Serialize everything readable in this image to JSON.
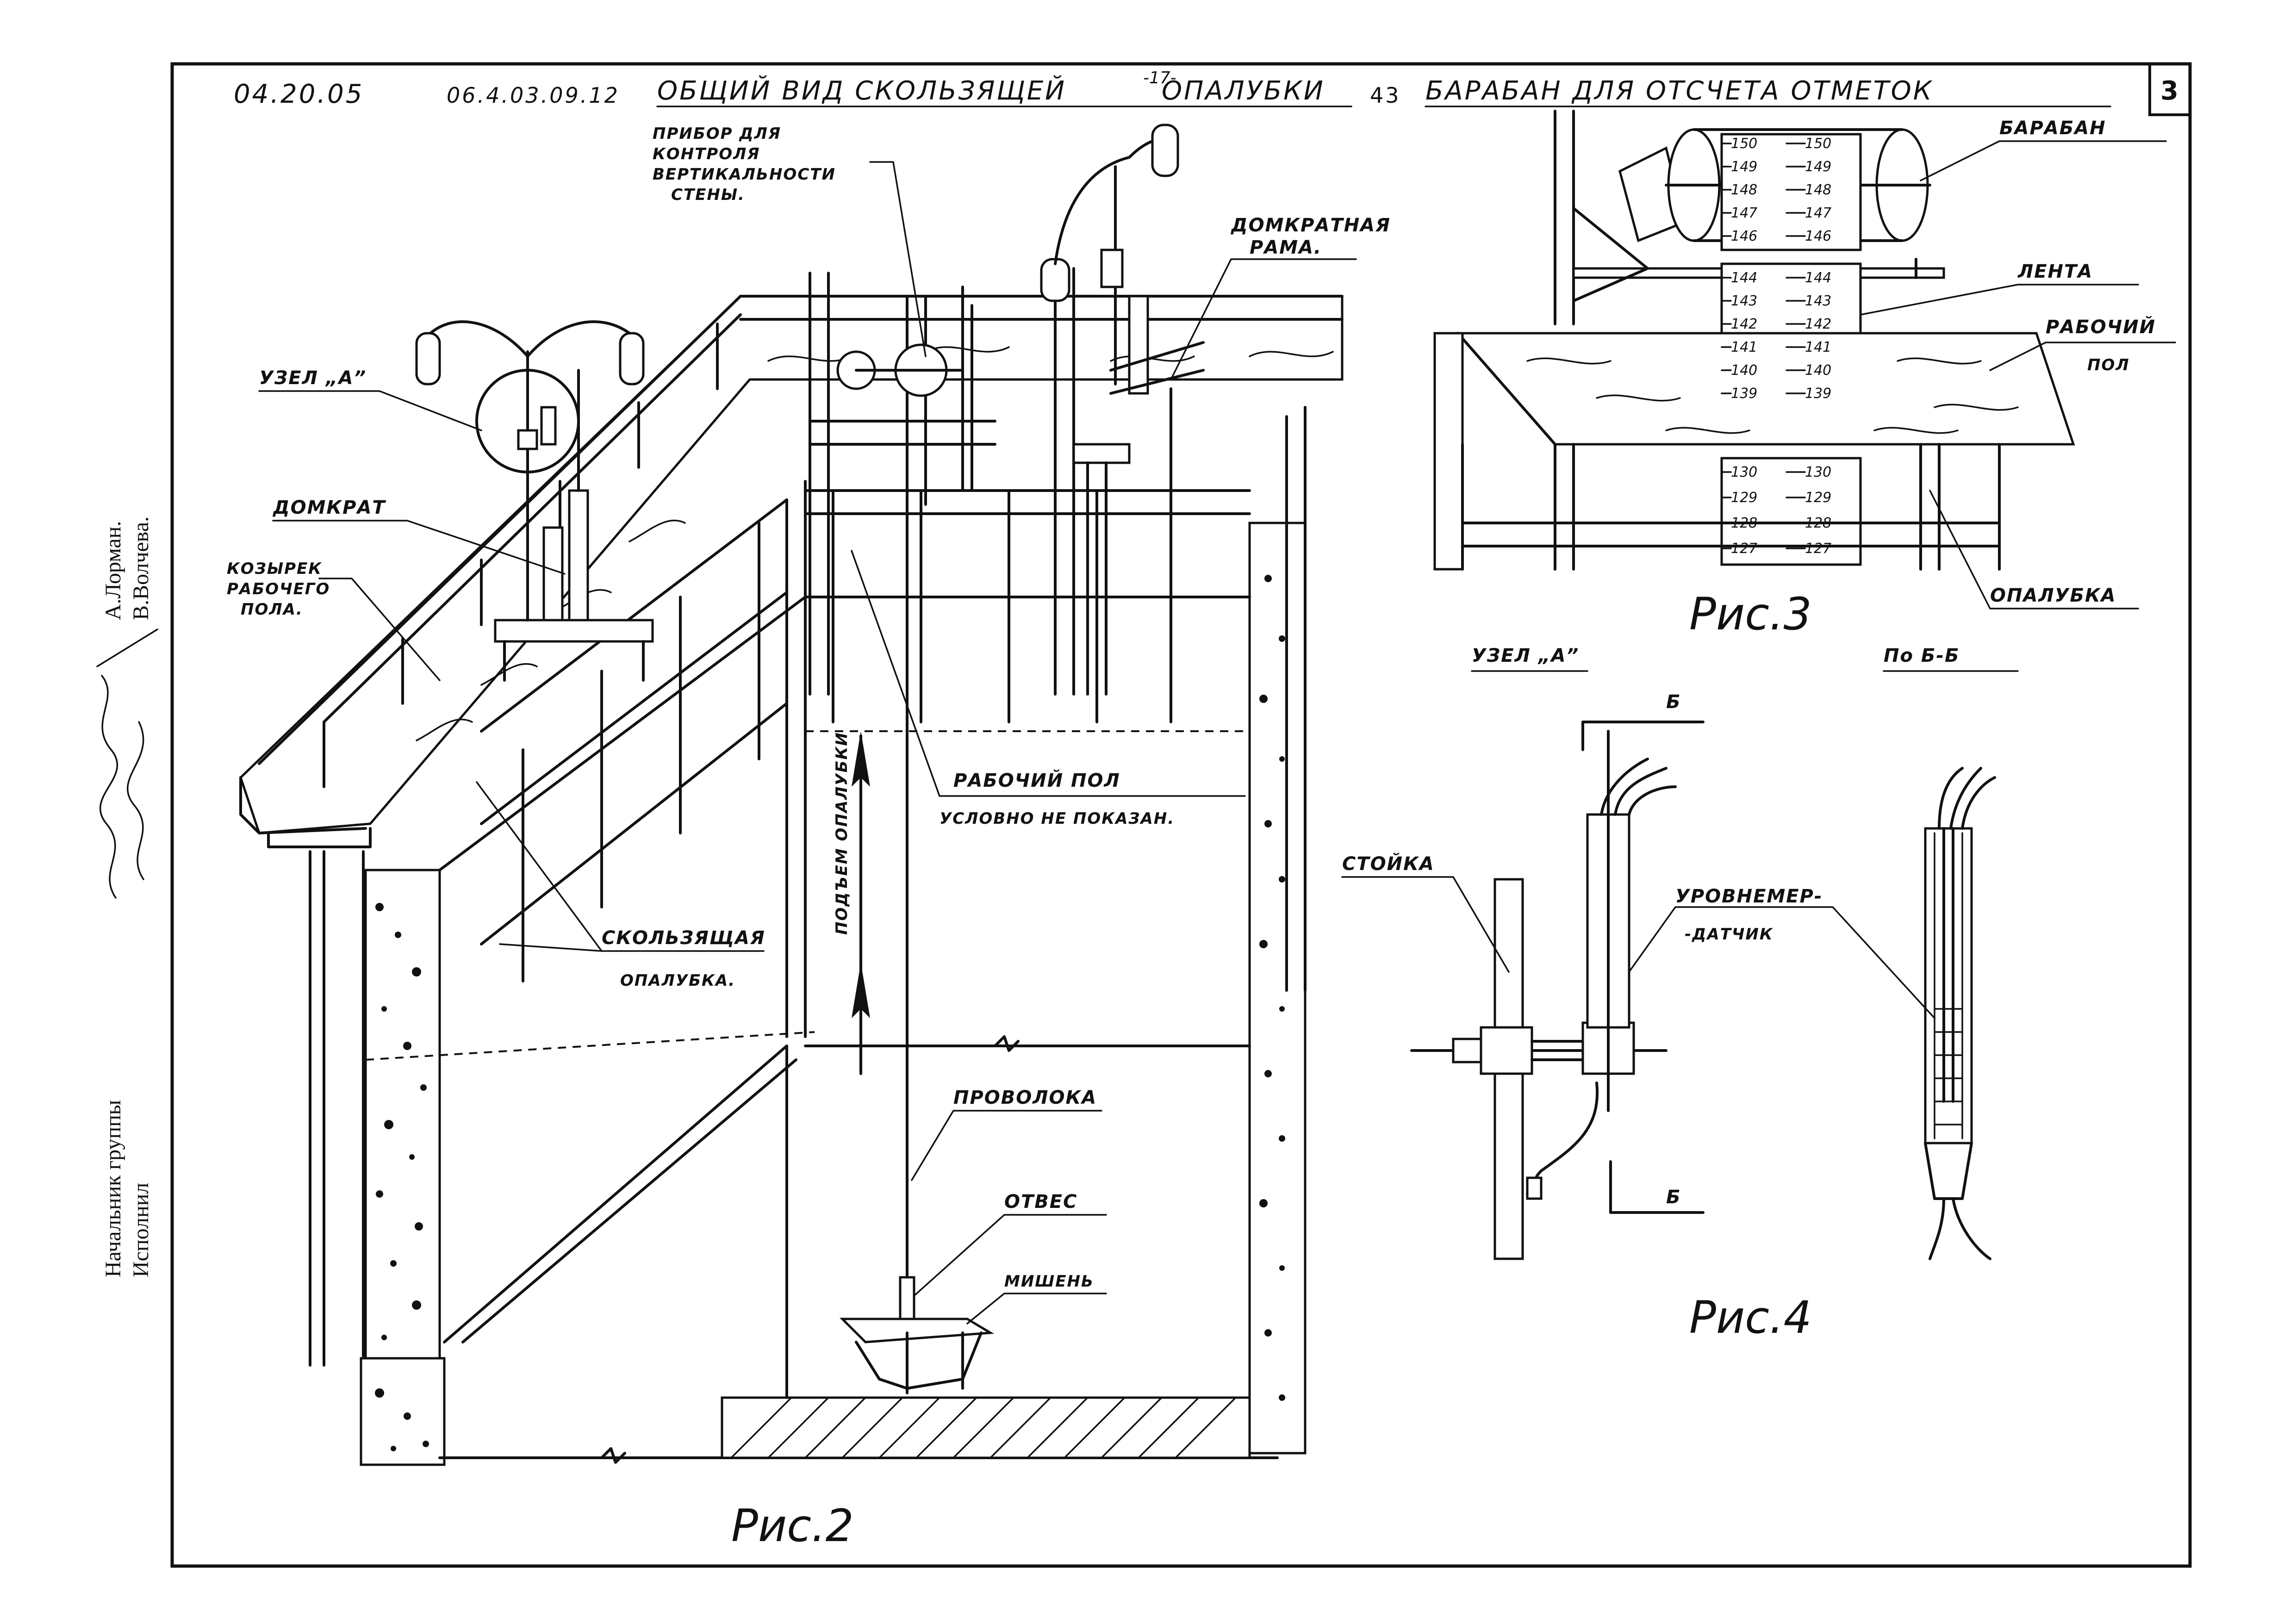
{
  "header": {
    "date": "04.20.05",
    "code": "06.4.03.09.12",
    "title_left": "ОБЩИЙ ВИД СКОЛЬЗЯЩЕЙ",
    "page_num": "-17-",
    "title_left2": "ОПАЛУБКИ",
    "item_num": "43",
    "title_right": "БАРАБАН ДЛЯ ОТСЧЕТА ОТМЕТОК",
    "sheet": "3"
  },
  "side_stamp": {
    "role1": "Начальник группы",
    "role2": "Исполнил",
    "name1": "А.Лорман.",
    "name2": "В.Волчева."
  },
  "fig2": {
    "caption": "Рис.2",
    "labels": {
      "device_line1": "ПРИБОР ДЛЯ",
      "device_line2": "КОНТРОЛЯ",
      "device_line3": "ВЕРТИКАЛЬНОСТИ",
      "device_line4": "СТЕНЫ.",
      "jack_frame_line1": "ДОМКРАТНАЯ",
      "jack_frame_line2": "РАМА.",
      "node_a": "УЗЕЛ „А”",
      "jack": "ДОМКРАТ",
      "visor_line1": "КОЗЫРЕК",
      "visor_line2": "РАБОЧЕГО",
      "visor_line3": "ПОЛА.",
      "sliding_line1": "СКОЛЬЗЯЩАЯ",
      "sliding_line2": "ОПАЛУБКА.",
      "lift": "ПОДЪЕМ ОПАЛУБКИ",
      "floor_line1": "РАБОЧИЙ ПОЛ",
      "floor_line2": "УСЛОВНО НЕ ПОКАЗАН.",
      "wire": "ПРОВОЛОКА",
      "plumb": "ОТВЕС",
      "target": "МИШЕНЬ"
    }
  },
  "fig3": {
    "caption": "Рис.3",
    "labels": {
      "drum": "БАРАБАН",
      "tape": "ЛЕНТА",
      "floor_line1": "РАБОЧИЙ",
      "floor_line2": "ПОЛ",
      "formwork": "ОПАЛУБКА"
    },
    "scale_upper": [
      "150",
      "149",
      "148",
      "147",
      "146"
    ],
    "scale_middle": [
      "144",
      "143",
      "142",
      "141",
      "140",
      "139"
    ],
    "scale_lower": [
      "130",
      "129",
      "128",
      "127"
    ]
  },
  "fig4": {
    "caption": "Рис.4",
    "node_title": "УЗЕЛ „А”",
    "section_title": "По Б-Б",
    "section_mark": "Б",
    "labels": {
      "post": "СТОЙКА",
      "sensor_line1": "УРОВНЕМЕР-",
      "sensor_line2": "-ДАТЧИК"
    }
  }
}
